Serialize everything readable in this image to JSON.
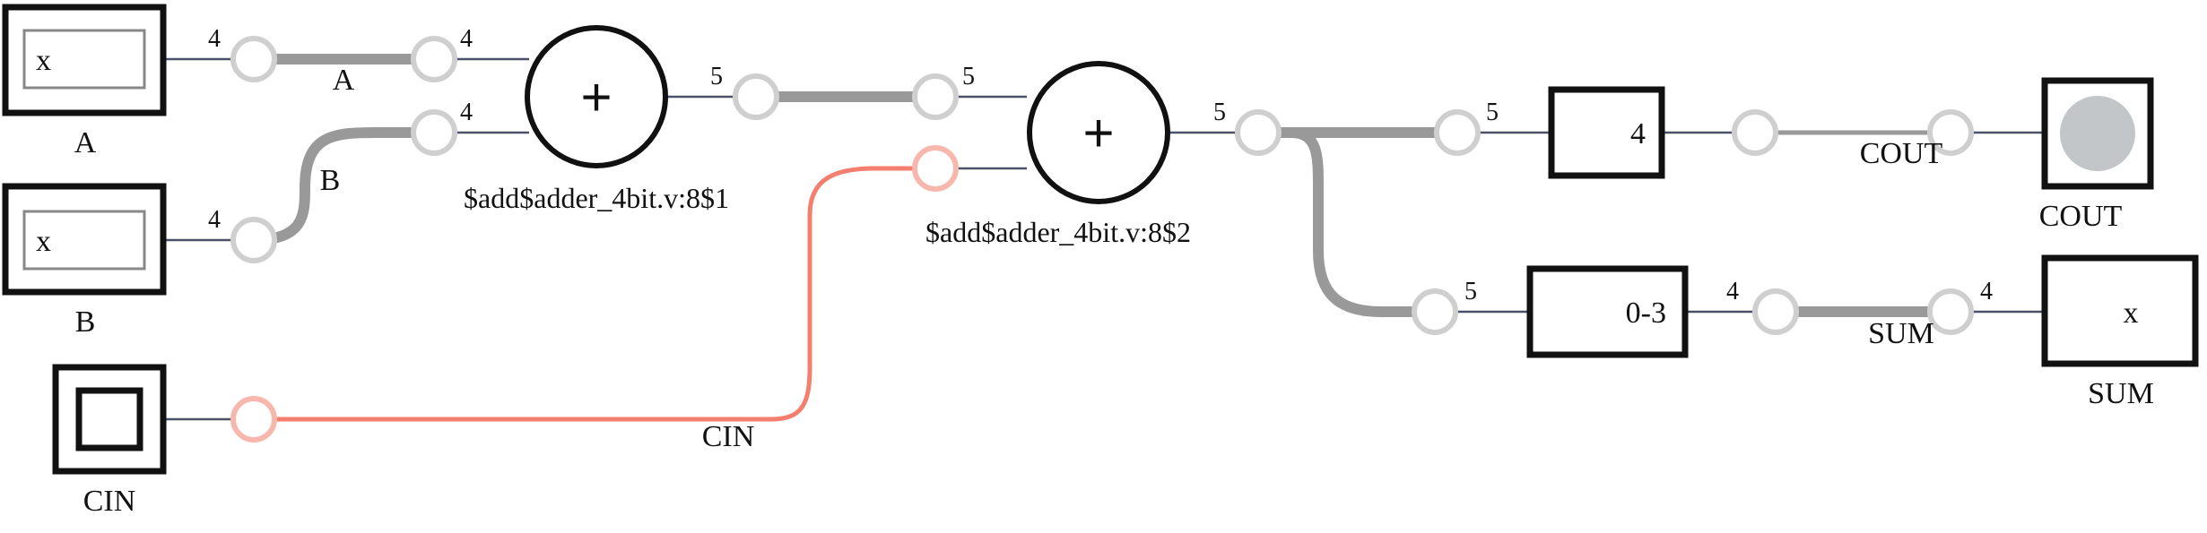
{
  "inputs": {
    "a": {
      "name": "A",
      "value": "x"
    },
    "b": {
      "name": "B",
      "value": "x"
    },
    "cin": {
      "name": "CIN"
    }
  },
  "outputs": {
    "cout": {
      "name": "COUT"
    },
    "sum": {
      "name": "SUM",
      "value": "x"
    }
  },
  "adders": [
    {
      "symbol": "+",
      "label": "$add$adder_4bit.v:8$1"
    },
    {
      "symbol": "+",
      "label": "$add$adder_4bit.v:8$2"
    }
  ],
  "slices": {
    "cout_slice": "4",
    "sum_slice": "0-3"
  },
  "wire_labels": {
    "a": "A",
    "b": "B",
    "cin": "CIN",
    "cout": "COUT",
    "sum": "SUM"
  },
  "bit_widths": {
    "a_out": "4",
    "a_in": "4",
    "b_out": "4",
    "b_in": "4",
    "add1_out": "5",
    "add2_in": "5",
    "add2_out": "5",
    "cout_slice_in": "5",
    "sum_slice_in": "5",
    "sum_slice_out": "4",
    "sum_in": "4"
  },
  "colors": {
    "bus": "#999999",
    "cin_wire": "#f47f6e",
    "cin_port": "#f8b7ad",
    "port": "#cfcfcf",
    "lamp": "#c2c6c9"
  }
}
